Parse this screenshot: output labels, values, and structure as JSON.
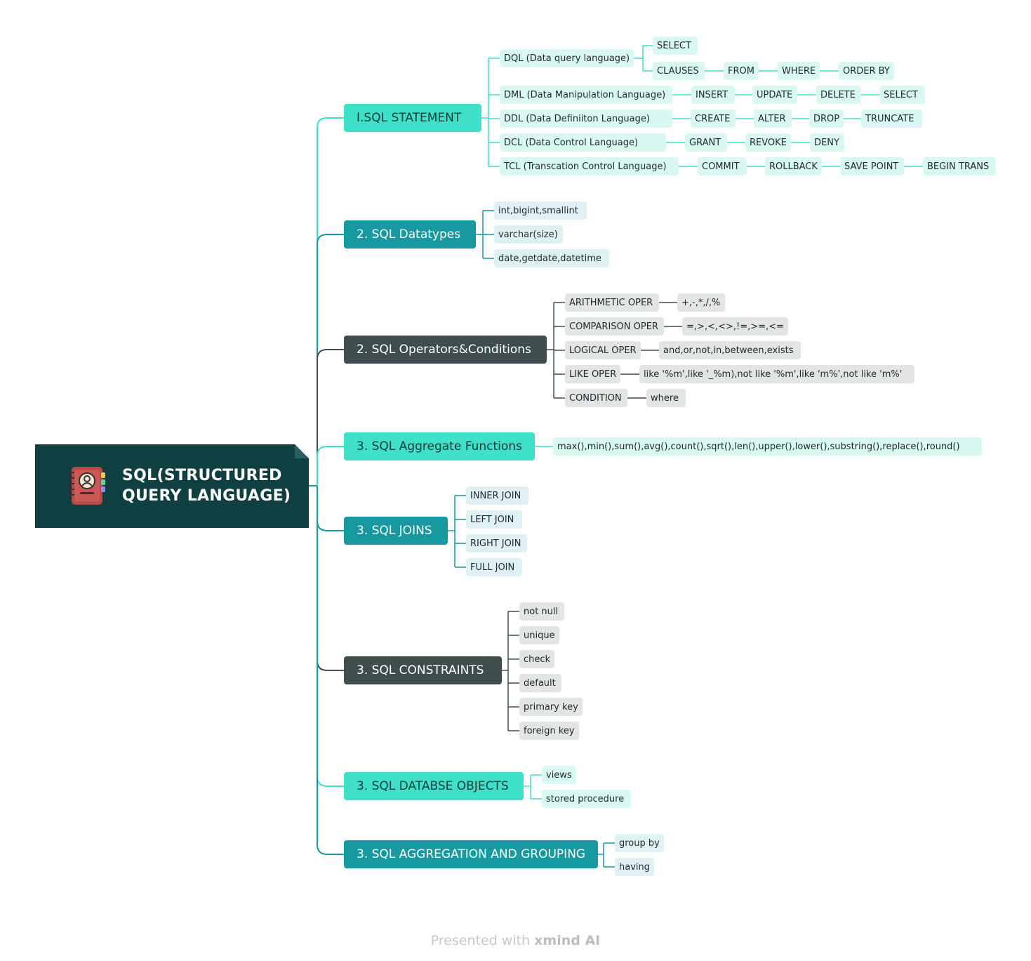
{
  "root": {
    "title": "SQL(STRUCTURED\nQUERY LANGUAGE)",
    "icon": "address-book-icon"
  },
  "colors": {
    "cyan": "#3ee0c8",
    "teal": "#1699a0",
    "dark": "#3f4e4d",
    "root": "#0f3f41"
  },
  "branches": [
    {
      "id": "b1",
      "label": "I.SQL STATEMENT",
      "style": "cyan",
      "items": [
        {
          "id": "dql",
          "label": "DQL (Data query language)",
          "sub": [
            {
              "id": "dql-s",
              "label": "SELECT"
            },
            {
              "id": "dql-c",
              "label": "CLAUSES",
              "chain": [
                "FROM",
                "WHERE",
                "ORDER BY"
              ]
            }
          ]
        },
        {
          "id": "dml",
          "label": "DML (Data Manipulation Language)",
          "chain": [
            "INSERT",
            "UPDATE",
            "DELETE",
            "SELECT"
          ]
        },
        {
          "id": "ddl",
          "label": "DDL (Data Definiiton Language)",
          "chain": [
            "CREATE",
            "ALTER",
            "DROP",
            "TRUNCATE"
          ]
        },
        {
          "id": "dcl",
          "label": "DCL (Data Control Language)",
          "chain": [
            "GRANT",
            "REVOKE",
            "DENY"
          ]
        },
        {
          "id": "tcl",
          "label": "TCL (Transcation Control Language)",
          "chain": [
            "COMMIT",
            "ROLLBACK",
            "SAVE POINT",
            "BEGIN TRANS"
          ]
        }
      ]
    },
    {
      "id": "b2",
      "label": "2. SQL Datatypes",
      "style": "teal",
      "items": [
        {
          "id": "dt1",
          "label": "int,bigint,smallint"
        },
        {
          "id": "dt2",
          "label": "varchar(size)"
        },
        {
          "id": "dt3",
          "label": "date,getdate,datetime"
        }
      ]
    },
    {
      "id": "b3",
      "label": "2. SQL Operators&Conditions",
      "style": "dark",
      "items": [
        {
          "id": "op1",
          "label": "ARITHMETIC OPER",
          "chain": [
            "+,-,*,/,%"
          ]
        },
        {
          "id": "op2",
          "label": "COMPARISON OPER",
          "chain": [
            "=,>,<,<>,!=,>=,<="
          ]
        },
        {
          "id": "op3",
          "label": "LOGICAL OPER",
          "chain": [
            "and,or,not,in,between,exists"
          ]
        },
        {
          "id": "op4",
          "label": "LIKE OPER",
          "chain": [
            "like '%m',like '_%m),not like '%m',like 'm%',not like 'm%'"
          ]
        },
        {
          "id": "op5",
          "label": "CONDITION",
          "chain": [
            "where"
          ]
        }
      ]
    },
    {
      "id": "b4",
      "label": "3. SQL Aggregate Functions",
      "style": "cyan",
      "items": [
        {
          "id": "ag1",
          "label": "max(),min(),sum(),avg(),count(),sqrt(),len(),upper(),lower(),substring(),replace(),round()"
        }
      ]
    },
    {
      "id": "b5",
      "label": "3. SQL JOINS",
      "style": "teal",
      "items": [
        {
          "id": "j1",
          "label": "INNER JOIN"
        },
        {
          "id": "j2",
          "label": "LEFT JOIN"
        },
        {
          "id": "j3",
          "label": "RIGHT JOIN"
        },
        {
          "id": "j4",
          "label": "FULL JOIN"
        }
      ]
    },
    {
      "id": "b6",
      "label": "3. SQL CONSTRAINTS",
      "style": "dark",
      "items": [
        {
          "id": "c1",
          "label": "not null"
        },
        {
          "id": "c2",
          "label": "unique"
        },
        {
          "id": "c3",
          "label": "check"
        },
        {
          "id": "c4",
          "label": "default"
        },
        {
          "id": "c5",
          "label": "primary key"
        },
        {
          "id": "c6",
          "label": "foreign key"
        }
      ]
    },
    {
      "id": "b7",
      "label": "3. SQL DATABSE OBJECTS",
      "style": "cyan",
      "items": [
        {
          "id": "o1",
          "label": "views"
        },
        {
          "id": "o2",
          "label": "stored procedure"
        }
      ]
    },
    {
      "id": "b8",
      "label": "3. SQL AGGREGATION AND GROUPING",
      "style": "teal",
      "items": [
        {
          "id": "g1",
          "label": "group by"
        },
        {
          "id": "g2",
          "label": "having"
        }
      ]
    }
  ],
  "footer": {
    "prefix": "Presented with ",
    "brand": "xmind AI"
  }
}
